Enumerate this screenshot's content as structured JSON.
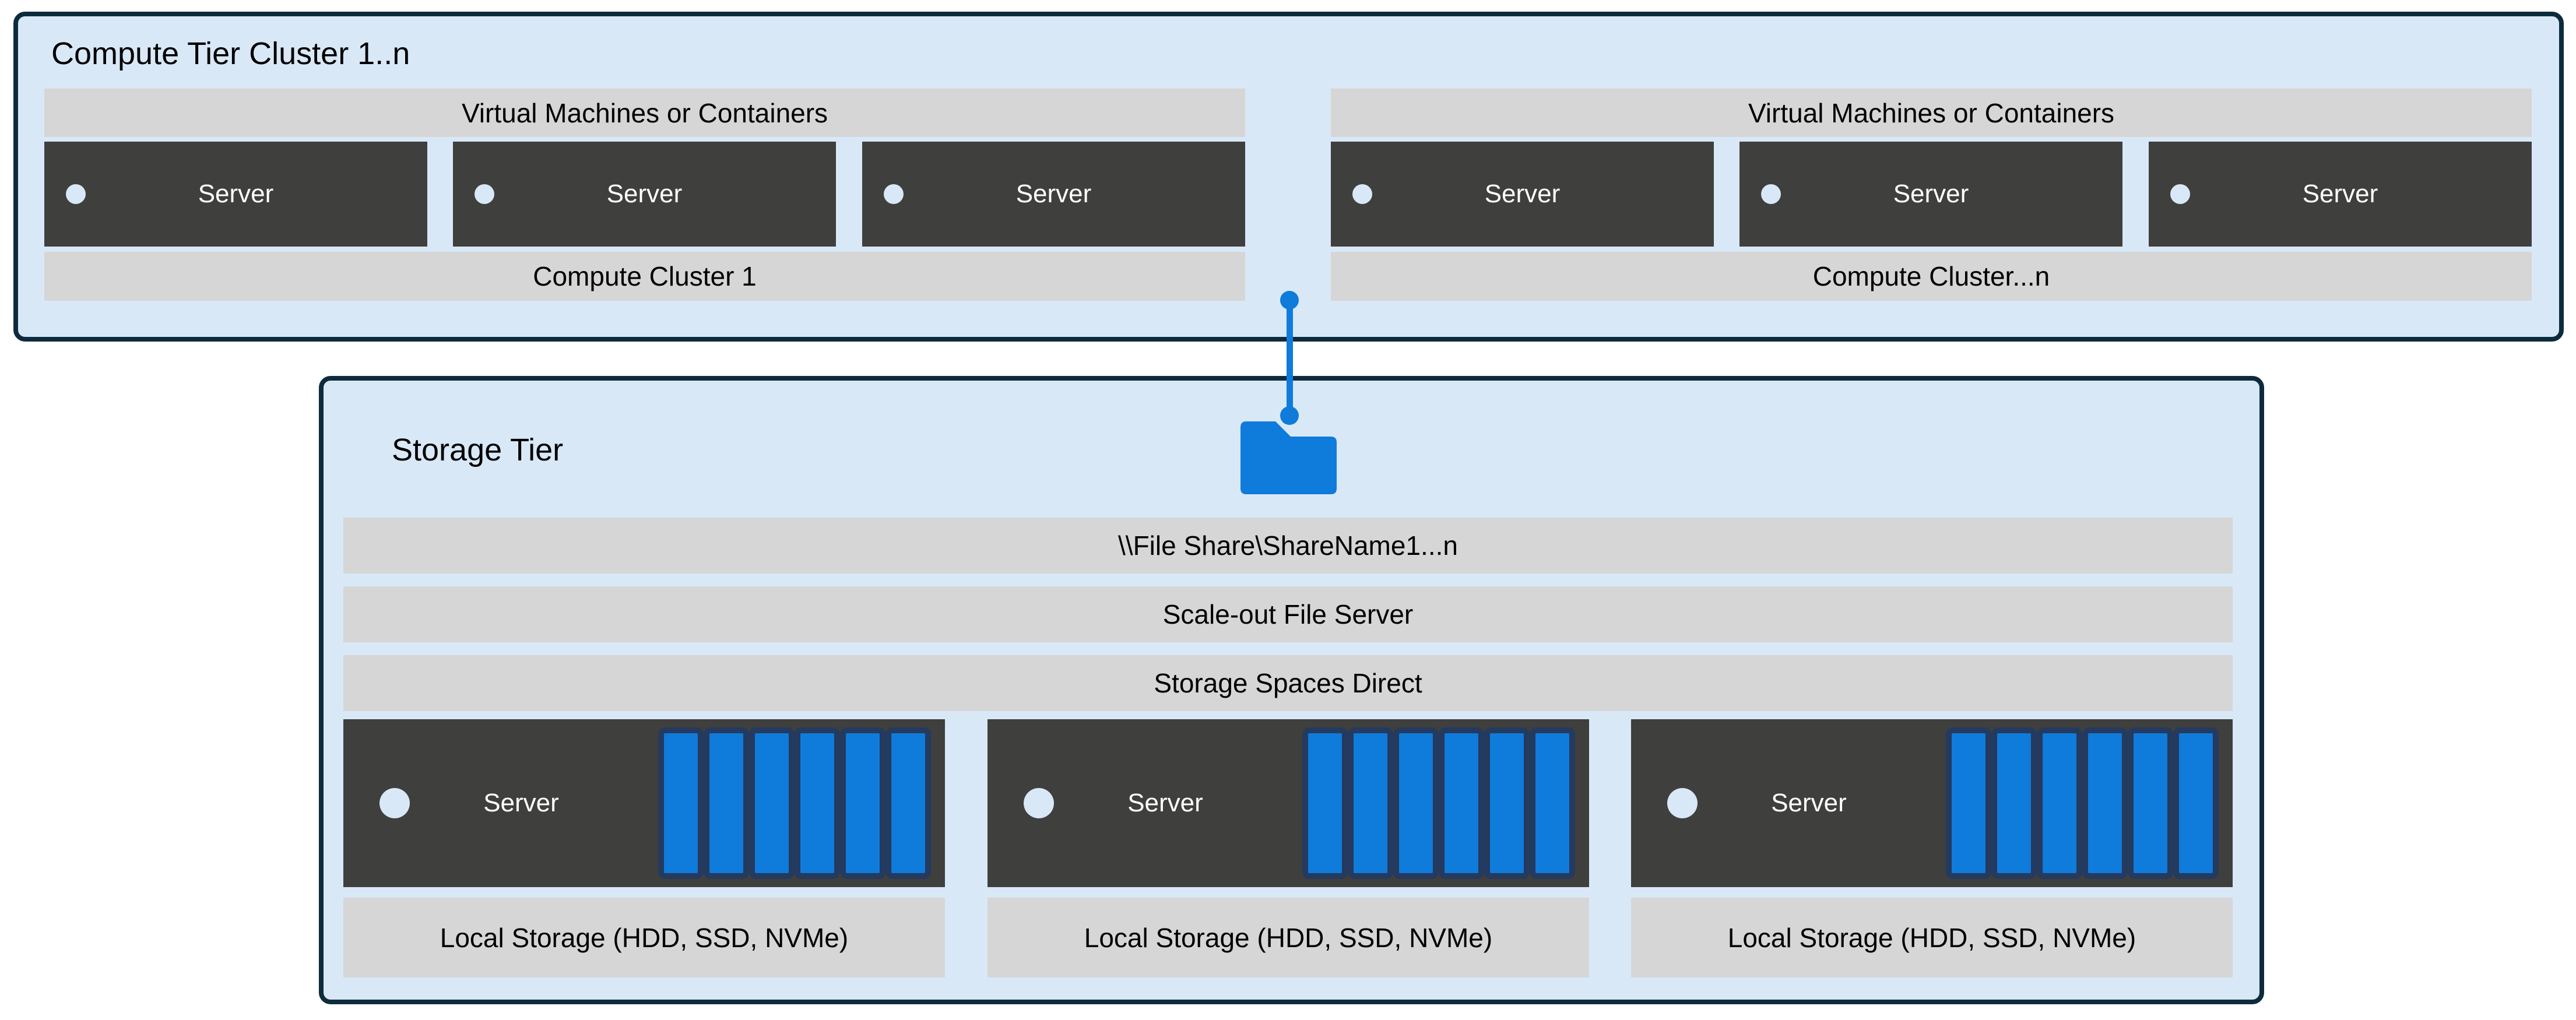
{
  "colors": {
    "tier_fill": "#D9E8F7",
    "tier_border": "#0D2B3C",
    "bar_gray": "#D6D6D6",
    "server_dark": "#3F3F3E",
    "accent_blue": "#0F7BDB",
    "disk_navy": "#243A5E",
    "led_light": "#D9E8F7",
    "text_dark": "#000000",
    "text_light": "#FFFFFF"
  },
  "compute_tier": {
    "title": "Compute Tier Cluster 1..n",
    "clusters": [
      {
        "vm_bar": "Virtual Machines or Containers",
        "servers": [
          "Server",
          "Server",
          "Server"
        ],
        "cluster_bar": "Compute Cluster 1"
      },
      {
        "vm_bar": "Virtual Machines or Containers",
        "servers": [
          "Server",
          "Server",
          "Server"
        ],
        "cluster_bar": "Compute Cluster...n"
      }
    ]
  },
  "storage_tier": {
    "title": "Storage Tier",
    "file_share_bar": "\\\\File Share\\ShareName1...n",
    "scale_out_bar": "Scale-out File Server",
    "spaces_direct_bar": "Storage Spaces Direct",
    "servers": [
      {
        "label": "Server",
        "disk_count": 6,
        "local_storage": "Local Storage (HDD, SSD, NVMe)"
      },
      {
        "label": "Server",
        "disk_count": 6,
        "local_storage": "Local Storage (HDD, SSD, NVMe)"
      },
      {
        "label": "Server",
        "disk_count": 6,
        "local_storage": "Local Storage (HDD, SSD, NVMe)"
      }
    ]
  }
}
